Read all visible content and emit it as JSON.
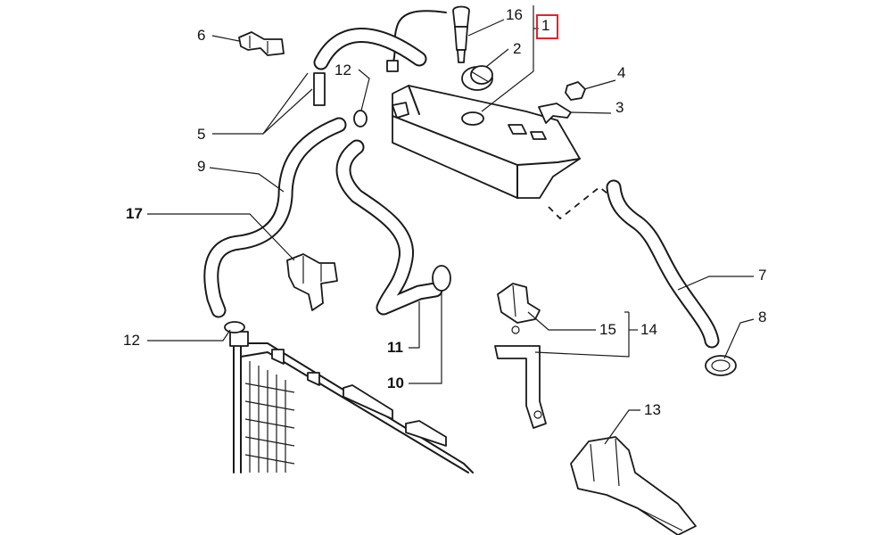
{
  "diagram": {
    "labels": {
      "l1": "1",
      "l2": "2",
      "l3": "3",
      "l4": "4",
      "l5": "5",
      "l6": "6",
      "l7": "7",
      "l8": "8",
      "l9": "9",
      "l10": "10",
      "l11": "11",
      "l12a": "12",
      "l12b": "12",
      "l13": "13",
      "l14": "14",
      "l15": "15",
      "l16": "16",
      "l17": "17"
    },
    "highlight_color": "#e3242b"
  }
}
